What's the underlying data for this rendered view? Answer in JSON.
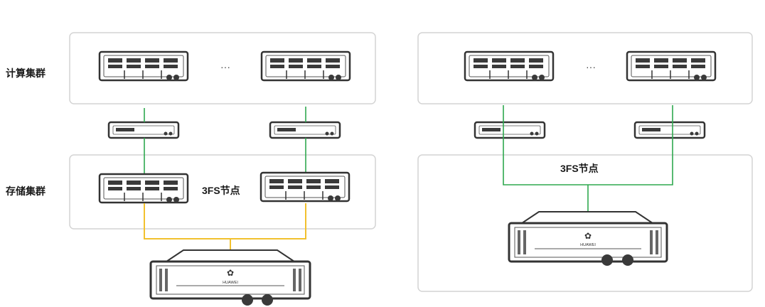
{
  "labels": {
    "compute_cluster": "计算集群",
    "storage_cluster": "存储集群",
    "fs_nodes_left": "3FS节点",
    "fs_nodes_right": "3FS节点",
    "ellipsis_left": "···",
    "ellipsis_right": "···"
  },
  "storage_array": {
    "brand": "HUAWEI"
  },
  "colors": {
    "network_link": "#2fa84f",
    "storage_link": "#f2c12e",
    "panel_border": "#d4d4d4",
    "device_dark": "#3a3a3a"
  }
}
